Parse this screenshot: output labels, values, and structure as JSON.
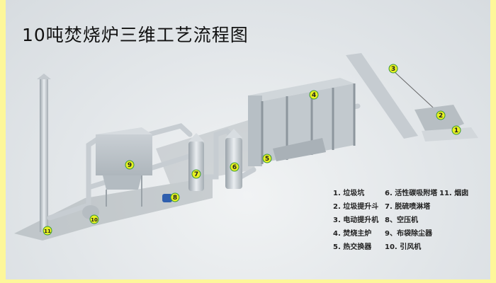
{
  "title": "10吨焚烧炉三维工艺流程图",
  "colors": {
    "border": "#fdf79a",
    "marker": "#e8f020",
    "marker_ring": "#3a9a3a"
  },
  "markers": [
    "1",
    "2",
    "3",
    "4",
    "5",
    "6",
    "7",
    "8",
    "9",
    "10",
    "11"
  ],
  "legend": [
    "1. 垃圾坑",
    "2. 垃圾提升斗",
    "3. 电动提升机",
    "4. 焚烧主炉",
    "5. 热交换器",
    "6. 活性碳吸附塔",
    "7. 脱硫喷淋塔",
    "8、空压机",
    "9、布袋除尘器",
    "10. 引风机",
    "11. 烟囱"
  ]
}
